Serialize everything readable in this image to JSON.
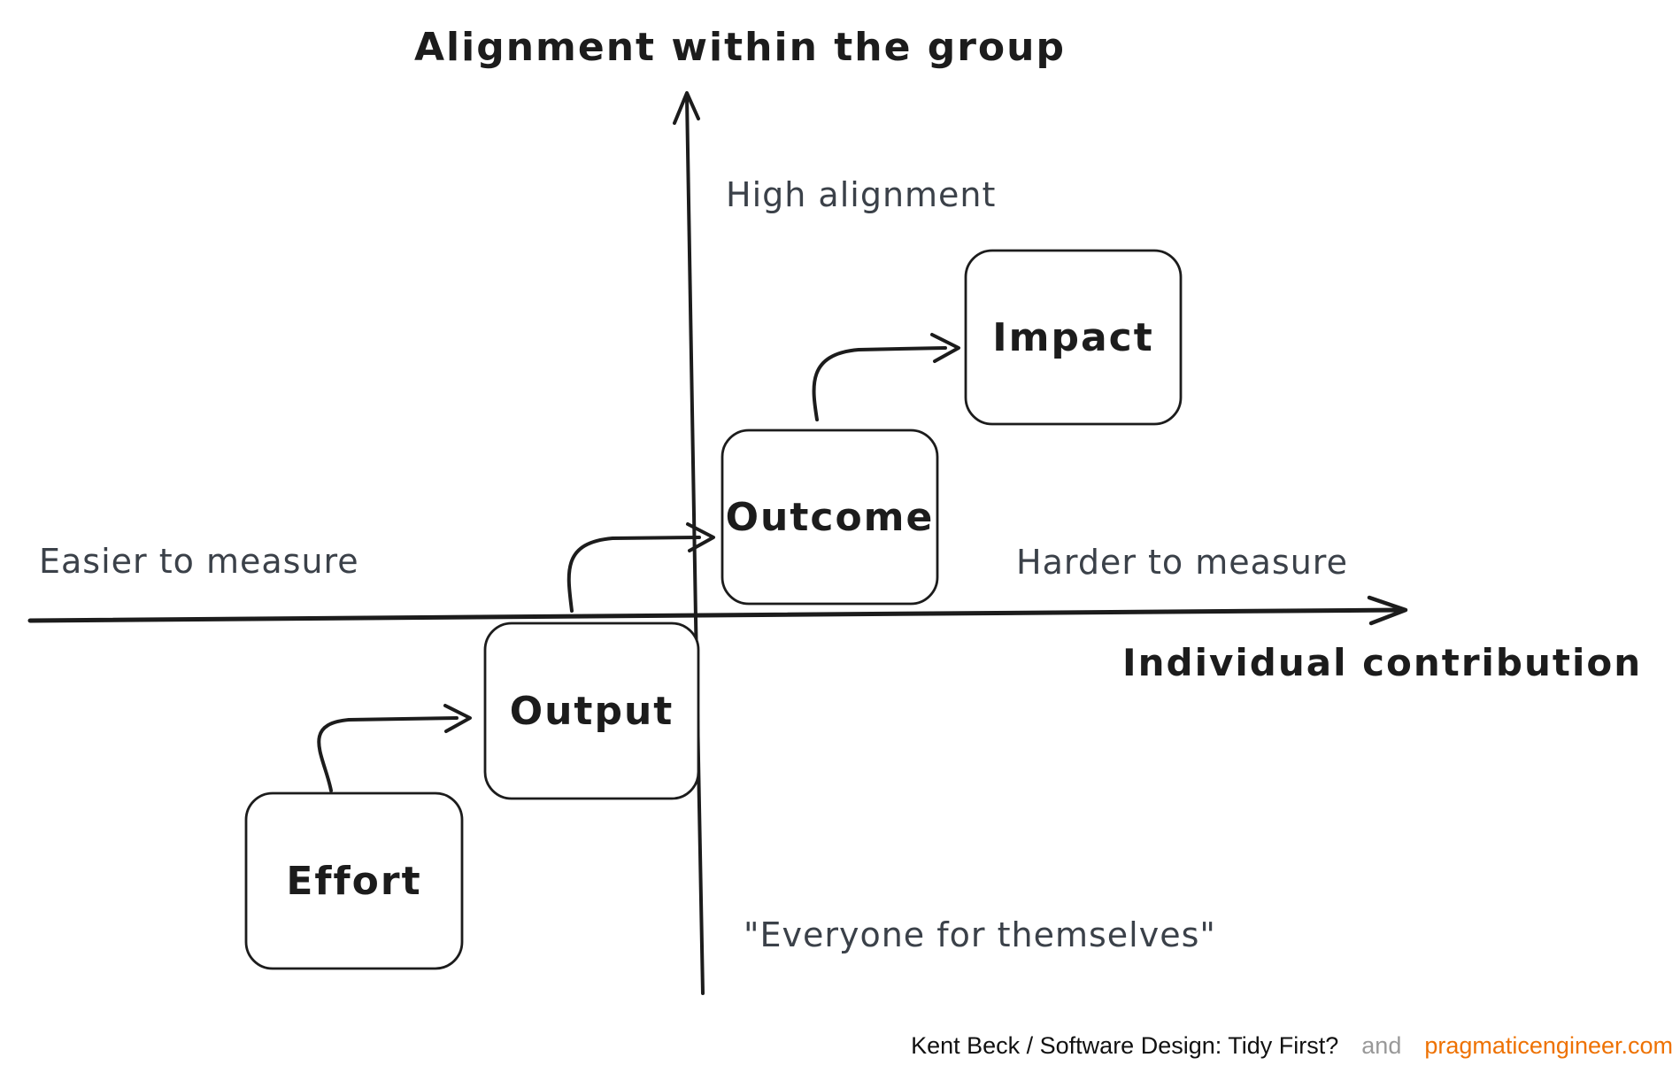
{
  "diagram": {
    "type": "quadrant-diagram",
    "style": "hand-drawn whiteboard sketch",
    "y_axis": {
      "title": "Alignment within the group",
      "positive_label": "High alignment",
      "negative_label": "\"Everyone for themselves\""
    },
    "x_axis": {
      "title": "Individual contribution",
      "left_label": "Easier to measure",
      "right_label": "Harder to measure"
    },
    "nodes": [
      {
        "id": "effort",
        "label": "Effort",
        "quadrant": "bottom-left"
      },
      {
        "id": "output",
        "label": "Output",
        "quadrant": "bottom-left-near-origin"
      },
      {
        "id": "outcome",
        "label": "Outcome",
        "quadrant": "top-right-near-origin"
      },
      {
        "id": "impact",
        "label": "Impact",
        "quadrant": "top-right"
      }
    ],
    "edges": [
      {
        "from": "Effort",
        "to": "Output"
      },
      {
        "from": "Output",
        "to": "Outcome"
      },
      {
        "from": "Outcome",
        "to": "Impact"
      }
    ]
  },
  "footer": {
    "attribution": "Kent Beck / Software Design: Tidy First?",
    "conjunction": "and",
    "site": "pragmaticengineer.com"
  },
  "colors": {
    "ink": "#1c1c1c",
    "muted_label_gray": "#3b4149",
    "footer_gray": "#999999",
    "site_orange": "#ee7203",
    "background": "#ffffff"
  }
}
